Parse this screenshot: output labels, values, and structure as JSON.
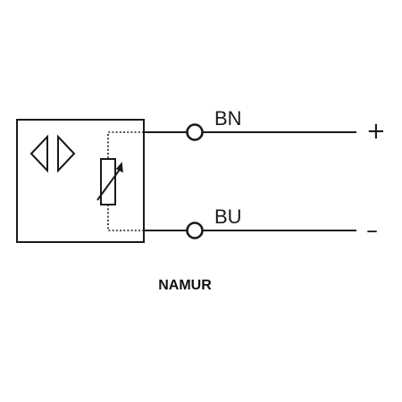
{
  "diagram": {
    "wires": [
      {
        "label": "BN",
        "polarity": "+"
      },
      {
        "label": "BU",
        "polarity": "–"
      }
    ],
    "caption": "NAMUR"
  },
  "icons": {
    "sensor": "inductive-sensor-symbol-icon",
    "resistor": "variable-resistor-icon",
    "terminal": "terminal-circle-icon"
  },
  "colors": {
    "line": "#1a1a1a",
    "background": "#ffffff"
  }
}
